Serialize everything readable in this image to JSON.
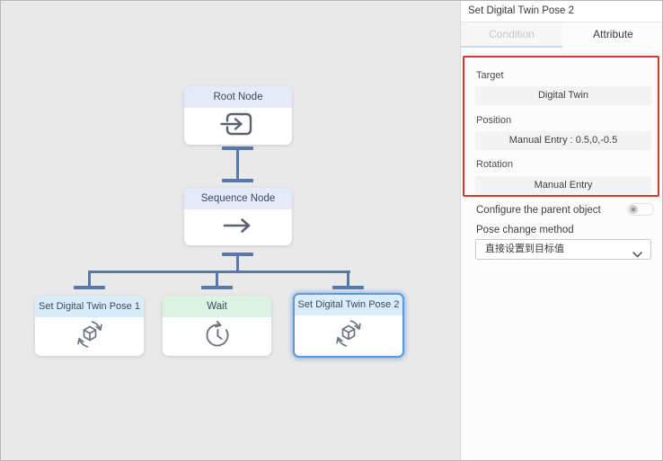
{
  "panel": {
    "title": "Set Digital Twin Pose 2",
    "tabs": [
      {
        "label": "Condition",
        "active": false
      },
      {
        "label": "Attribute",
        "active": true
      }
    ],
    "fields": [
      {
        "label": "Target",
        "value": "Digital Twin"
      },
      {
        "label": "Position",
        "value": "Manual Entry : 0.5,0,-0.5"
      },
      {
        "label": "Rotation",
        "value": "Manual Entry"
      }
    ],
    "toggle": {
      "label": "Configure the parent object",
      "state": "off"
    },
    "dropdown": {
      "label": "Pose change method",
      "value": "直接设置到目标值"
    },
    "highlight_color": "#dd342b"
  },
  "canvas": {
    "connector_color": "#5878a8",
    "nodes": [
      {
        "id": "root",
        "label": "Root Node",
        "icon": "enter-icon",
        "header_color": "#e5eaf9",
        "selected": false
      },
      {
        "id": "sequence",
        "label": "Sequence Node",
        "icon": "arrow-right-icon",
        "header_color": "#e5eaf9",
        "selected": false
      },
      {
        "id": "pose1",
        "label": "Set Digital Twin Pose 1",
        "icon": "cube-rotate-icon",
        "header_color": "#d8edf8",
        "selected": false
      },
      {
        "id": "wait",
        "label": "Wait",
        "icon": "clock-rotate-icon",
        "header_color": "#dcf3e3",
        "selected": false
      },
      {
        "id": "pose2",
        "label": "Set Digital Twin Pose 2",
        "icon": "cube-rotate-icon",
        "header_color": "#d8edf8",
        "selected": true
      }
    ]
  }
}
